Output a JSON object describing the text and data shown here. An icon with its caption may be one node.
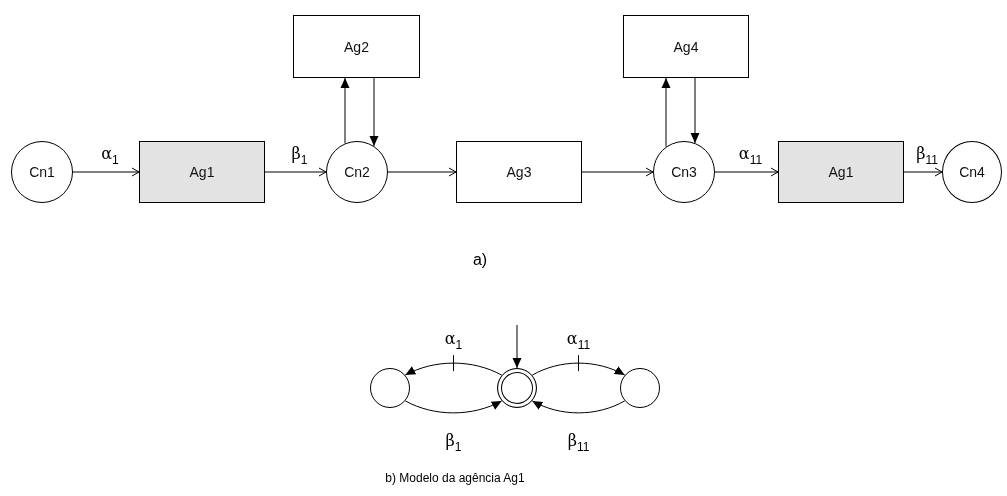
{
  "diagram": {
    "caption": "b) Modelo da agência Ag1",
    "nodes": [
      {
        "text": [
          "Cn1"
        ]
      },
      {
        "text": [
          "Ag1"
        ]
      },
      {
        "text": [
          "Cn2"
        ]
      },
      {
        "text": [
          "Ag2"
        ]
      },
      {
        "text": [
          "Ag3"
        ]
      },
      {
        "text": [
          "Ag4"
        ]
      },
      {
        "text": [
          "Cn3"
        ]
      },
      {
        "text": [
          "Ag1"
        ]
      },
      {
        "text": [
          "Cn4"
        ]
      },
      {
        "text": [],
        "shape": "circle"
      },
      {
        "text": [],
        "shape": "circle"
      },
      {
        "text": [],
        "shape": "circle"
      }
    ],
    "edges": [
      {
        "from": 0,
        "to": 1,
        "arrow": "to",
        "label": "α$_{1}$"
      },
      {
        "from": 1,
        "to": 2,
        "arrow": "to",
        "label": "β$_{1}$"
      },
      {
        "from": 2,
        "to": 3,
        "arrow": "to"
      },
      {
        "from": 3,
        "to": 2,
        "arrow": "to"
      },
      {
        "from": 2,
        "to": 4,
        "arrow": "to"
      },
      {
        "from": 4,
        "to": 6,
        "arrow": "to"
      },
      {
        "from": 6,
        "to": 5,
        "arrow": "to"
      },
      {
        "from": 5,
        "to": 6,
        "arrow": "to"
      },
      {
        "from": 6,
        "to": 7,
        "arrow": "to",
        "label": "α$_{11}$"
      },
      {
        "from": 7,
        "to": 8,
        "arrow": "to",
        "label": "β$_{11}$"
      },
      {
        "from": null,
        "to": 10,
        "arrow": "to"
      },
      {
        "from": 10,
        "to": 9,
        "arrow": "to",
        "label": "α$_{1}$"
      },
      {
        "from": 9,
        "to": 10,
        "arrow": "to",
        "label": "β$_{1}$"
      },
      {
        "from": 10,
        "to": 11,
        "arrow": "to",
        "label": "α$_{11}$"
      },
      {
        "from": 11,
        "to": 10,
        "arrow": "to",
        "label": "β$_{11}$"
      }
    ],
    "labels": [
      "a)"
    ]
  }
}
